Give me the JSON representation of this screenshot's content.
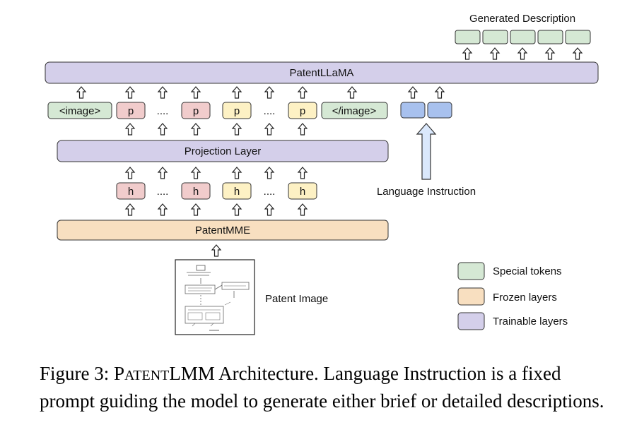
{
  "diagram": {
    "generated_description": "Generated Description",
    "patent_llama": "PatentLLaMA",
    "projection_layer": "Projection Layer",
    "patent_mme": "PatentMME",
    "language_instruction": "Language Instruction",
    "patent_image": "Patent Image",
    "image_open": "<image>",
    "image_close": "</image>",
    "p_token": "p",
    "h_token": "h",
    "ellipsis": "....",
    "legend": {
      "special": "Special tokens",
      "frozen": "Frozen layers",
      "trainable": "Trainable layers"
    },
    "colors": {
      "special": "#d5e8d4",
      "frozen": "#f8dfc0",
      "trainable": "#d4cfea",
      "token_red": "#f1cccc",
      "token_yellow": "#fdf1c4",
      "instruction_blue": "#a8c1ee",
      "arrow_fill": "#dae8fc"
    }
  },
  "caption": {
    "prefix": "Figure 3: ",
    "name_first_cap": "P",
    "name_rest_small": "ATENT",
    "name_suffix": "LMM",
    "text": " Architecture. Language Instruction is a fixed prompt guiding the model to generate either brief or detailed descriptions."
  }
}
